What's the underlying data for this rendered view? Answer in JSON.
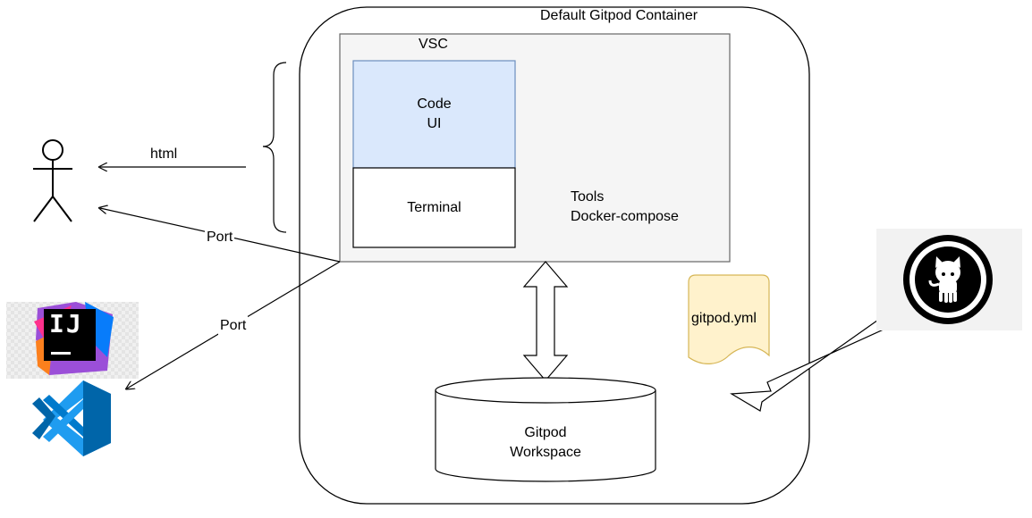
{
  "container": {
    "title": "Default Gitpod Container"
  },
  "vsc": {
    "title": "VSC",
    "code_ui_line1": "Code",
    "code_ui_line2": "UI",
    "terminal": "Terminal",
    "tools_line1": "Tools",
    "tools_line2": "Docker-compose"
  },
  "workspace": {
    "line1": "Gitpod",
    "line2": "Workspace"
  },
  "config_file": {
    "label": "gitpod.yml"
  },
  "arrows": {
    "html_label": "html",
    "port_label_1": "Port",
    "port_label_2": "Port"
  },
  "logos": {
    "intellij_text": "IJ",
    "user": "stick-figure-actor",
    "ides": [
      "intellij-idea-logo",
      "vscode-logo"
    ],
    "repo": "github-octocat-logo"
  },
  "colors": {
    "code_ui_fill": "#dae8fc",
    "code_ui_stroke": "#6c8ebf",
    "vsc_fill": "#f5f5f5",
    "vsc_stroke": "#666666",
    "note_fill": "#fff2cc",
    "note_stroke": "#d6b656",
    "vscode_blue": "#1f9cf0"
  }
}
